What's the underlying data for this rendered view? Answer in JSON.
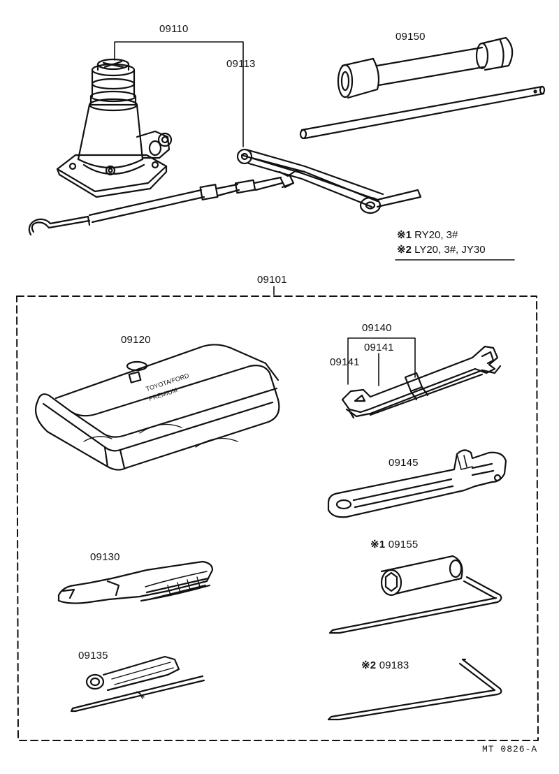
{
  "diagram": {
    "parts": {
      "jack": "09110",
      "jack_handle": "09113",
      "wheel_nut_wrench": "09150",
      "tool_set": "09101",
      "tool_bag": "09120",
      "wrench_set": "09140",
      "wrench_left": "09141",
      "wrench_right": "09141",
      "adjustable_wrench": "09145",
      "pliers": "09130",
      "screwdriver": "09135",
      "plug_wrench": "09155",
      "plug_wrench_mark": "※1",
      "crank_rod": "09183",
      "crank_rod_mark": "※2"
    },
    "notes": [
      {
        "mark": "※1",
        "text": "RY20, 3#"
      },
      {
        "mark": "※2",
        "text": "LY20, 3#, JY30"
      }
    ],
    "drawing_code": "MT  0826-A",
    "bag_print": [
      "TOYOTA/FORD",
      "PREMIUM"
    ]
  }
}
